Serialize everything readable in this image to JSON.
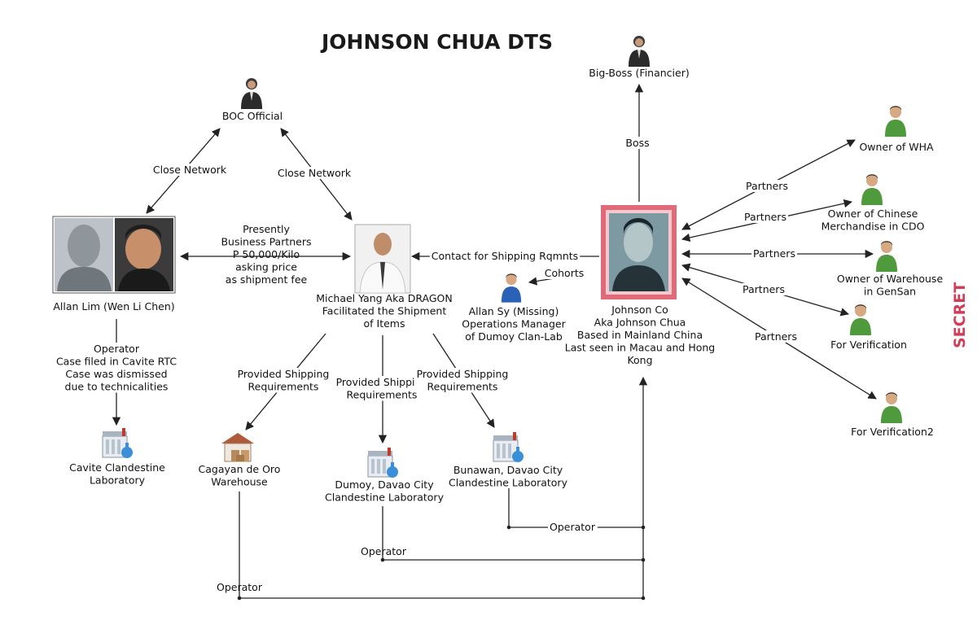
{
  "title": "JOHNSON CHUA DTS",
  "stamp": "SECRET",
  "colors": {
    "accent_border": "#e06a78",
    "stamp": "#d23c57",
    "person_dark": "#2b2b2b",
    "person_green": "#4f9a3c",
    "person_blue": "#2a62b8"
  },
  "nodes": {
    "bigboss": {
      "icon": "person-dark-icon",
      "lines": [
        "Big-Boss (Financier)"
      ]
    },
    "boc": {
      "icon": "person-dark-icon",
      "lines": [
        "BOC Official"
      ]
    },
    "allanlim": {
      "icon": "photo-pair",
      "lines": [
        "Allan Lim (Wen Li Chen)"
      ]
    },
    "dragon": {
      "icon": "photo",
      "lines": [
        "Michael Yang Aka DRAGON",
        "Facilitated the Shipment",
        "of Items"
      ]
    },
    "allansy": {
      "icon": "person-blue-icon",
      "lines": [
        "Allan Sy (Missing)",
        "Operations Manager",
        "of Dumoy Clan-Lab"
      ]
    },
    "johnson": {
      "icon": "photo-framed",
      "lines": [
        "Johnson Co",
        "Aka Johnson Chua",
        "Based in Mainland China",
        "Last seen in Macau and Hong",
        "Kong"
      ]
    },
    "wha": {
      "icon": "person-green-icon",
      "lines": [
        "Owner of WHA"
      ]
    },
    "chinese": {
      "icon": "person-green-icon",
      "lines": [
        "Owner of Chinese",
        "Merchandise in CDO"
      ]
    },
    "warehouse": {
      "icon": "person-green-icon",
      "lines": [
        "Owner of Warehouse",
        "in GenSan"
      ]
    },
    "verif1": {
      "icon": "person-green-icon",
      "lines": [
        "For Verification"
      ]
    },
    "verif2": {
      "icon": "person-green-icon",
      "lines": [
        "For Verification2"
      ]
    },
    "cavite": {
      "icon": "lab-icon",
      "lines": [
        "Cavite Clandestine",
        "Laboratory"
      ]
    },
    "cdo": {
      "icon": "warehouse-icon",
      "lines": [
        "Cagayan de Oro",
        "Warehouse"
      ]
    },
    "dumoy": {
      "icon": "lab-icon",
      "lines": [
        "Dumoy, Davao City",
        "Clandestine Laboratory"
      ]
    },
    "bunawan": {
      "icon": "lab-icon",
      "lines": [
        "Bunawan, Davao City",
        "Clandestine Laboratory"
      ]
    }
  },
  "edges": {
    "boss": [
      "Boss"
    ],
    "close1": [
      "Close Network"
    ],
    "close2": [
      "Close Network"
    ],
    "business": [
      "Presently",
      "Business Partners",
      "P 50,000/Kilo",
      "asking price",
      "as shipment fee"
    ],
    "contact": [
      "Contact for Shipping Rqmnts"
    ],
    "cohorts": [
      "Cohorts"
    ],
    "p_wha": [
      "Partners"
    ],
    "p_chinese": [
      "Partners"
    ],
    "p_warehouse": [
      "Partners"
    ],
    "p_verif1": [
      "Partners"
    ],
    "p_verif2": [
      "Partners"
    ],
    "operator_lim": [
      "Operator",
      "Case filed in Cavite RTC",
      "Case was dismissed",
      "due to technicalities"
    ],
    "ship_cdo": [
      "Provided Shipping",
      "Requirements"
    ],
    "ship_dumoy": [
      "Provided Shipping",
      "Requirements"
    ],
    "ship_bunawan": [
      "Provided Shipping",
      "Requirements"
    ],
    "op_bunawan": [
      "Operator"
    ],
    "op_dumoy": [
      "Operator"
    ],
    "op_cdo": [
      "Operator"
    ]
  }
}
